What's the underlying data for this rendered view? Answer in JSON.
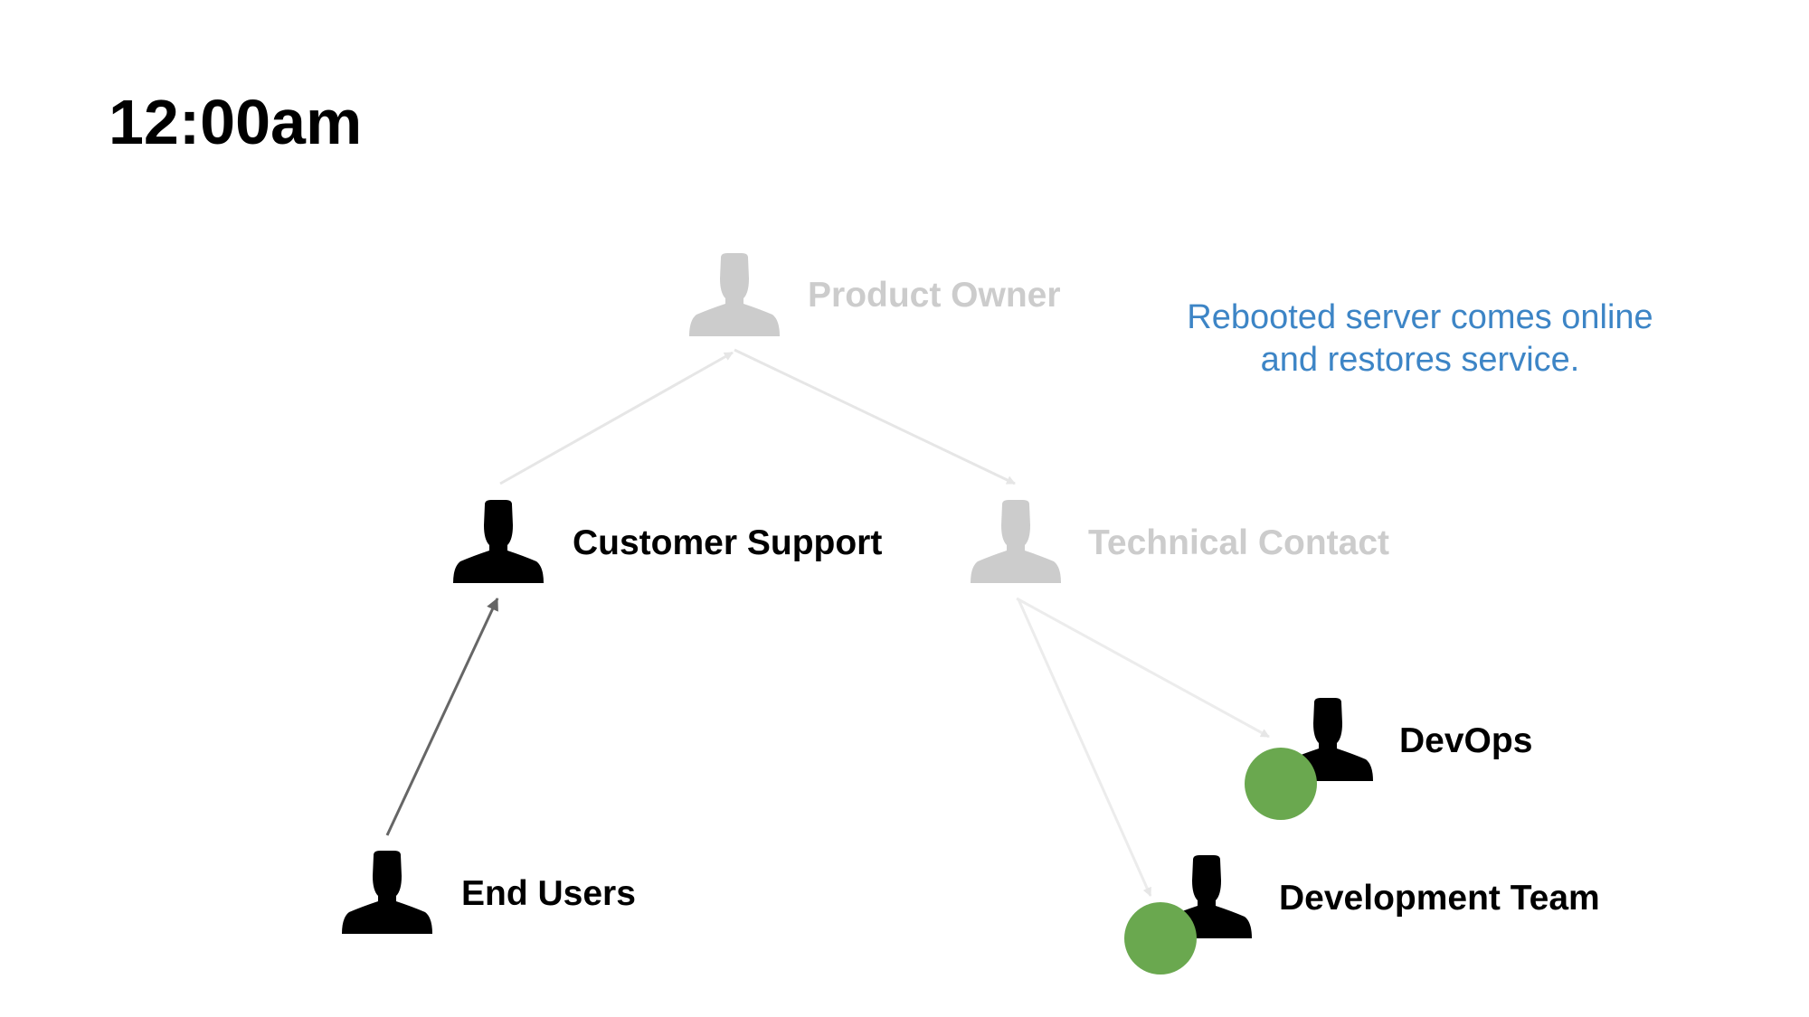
{
  "title": "12:00am",
  "note": {
    "lines": [
      "Rebooted server comes online",
      "and restores service."
    ],
    "color": "#3d85c6"
  },
  "colors": {
    "active": "#000000",
    "inactive": "#cccccc",
    "status_ok": "#6aa84f",
    "arrow_active": "#666666",
    "arrow_inactive": "#e6e6e6"
  },
  "nodes": {
    "product_owner": {
      "label": "Product Owner",
      "state": "inactive",
      "icon": "person-icon"
    },
    "customer_support": {
      "label": "Customer Support",
      "state": "active",
      "icon": "person-icon"
    },
    "technical_contact": {
      "label": "Technical Contact",
      "state": "inactive",
      "icon": "person-icon"
    },
    "end_users": {
      "label": "End Users",
      "state": "active",
      "icon": "person-icon"
    },
    "devops": {
      "label": "DevOps",
      "state": "active",
      "icon": "person-icon",
      "status": "online"
    },
    "development_team": {
      "label": "Development Team",
      "state": "active",
      "icon": "person-icon",
      "status": "online"
    }
  },
  "edges": [
    {
      "from": "customer_support",
      "to": "product_owner",
      "state": "inactive"
    },
    {
      "from": "product_owner",
      "to": "technical_contact",
      "state": "inactive"
    },
    {
      "from": "end_users",
      "to": "customer_support",
      "state": "active"
    },
    {
      "from": "technical_contact",
      "to": "devops",
      "state": "inactive"
    },
    {
      "from": "technical_contact",
      "to": "development_team",
      "state": "inactive"
    }
  ]
}
